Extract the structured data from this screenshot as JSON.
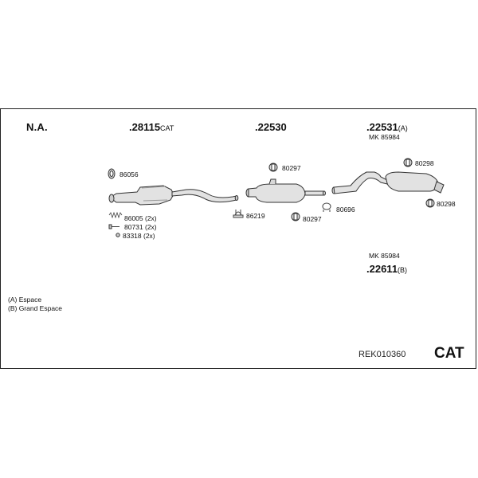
{
  "header": {
    "na": "N.A.",
    "cat_part_number": ".28115",
    "cat_part_suffix": "CAT",
    "middle_part_number": ".22530",
    "rear_part_number_a": ".22531",
    "rear_part_suffix_a": "(A)",
    "mounting_kit_a": "MK 85984"
  },
  "rear_b": {
    "mounting_kit_b": "MK 85984",
    "part_number_b": ".22611",
    "part_suffix_b": "(B)"
  },
  "parts": {
    "gasket": "86056",
    "spring": "86005 (2x)",
    "bolt": "80731 (2x)",
    "nut": "83318 (2x)",
    "clamp": "86219",
    "rubber_mid_top": "80297",
    "rubber_mid_bottom": "80297",
    "clamp_rear": "80696",
    "rubber_rear_top": "80298",
    "rubber_rear_bottom": "80298"
  },
  "legend": {
    "a": "(A) Espace",
    "b": "(B) Grand Espace"
  },
  "footer": {
    "reference": "REK010360",
    "cat_label": "CAT"
  }
}
